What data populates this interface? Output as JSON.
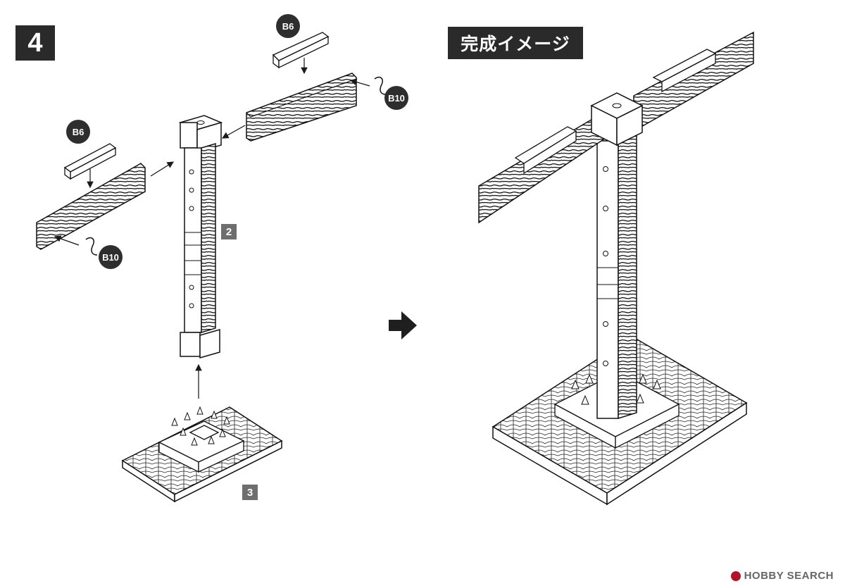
{
  "step": {
    "number": "4"
  },
  "completed_panel": {
    "title": "完成イメージ"
  },
  "parts": {
    "b6_top": "B6",
    "b6_left": "B6",
    "b10_right": "B10",
    "b10_left": "B10"
  },
  "sub_steps": {
    "pillar": "2",
    "base": "3"
  },
  "watermark": {
    "text": "HOBBY SEARCH"
  },
  "colors": {
    "label_bg": "#2a2a2a",
    "sub_label_bg": "#6e6e6e",
    "line": "#1a1a1a",
    "watermark_icon": "#b1122a"
  }
}
